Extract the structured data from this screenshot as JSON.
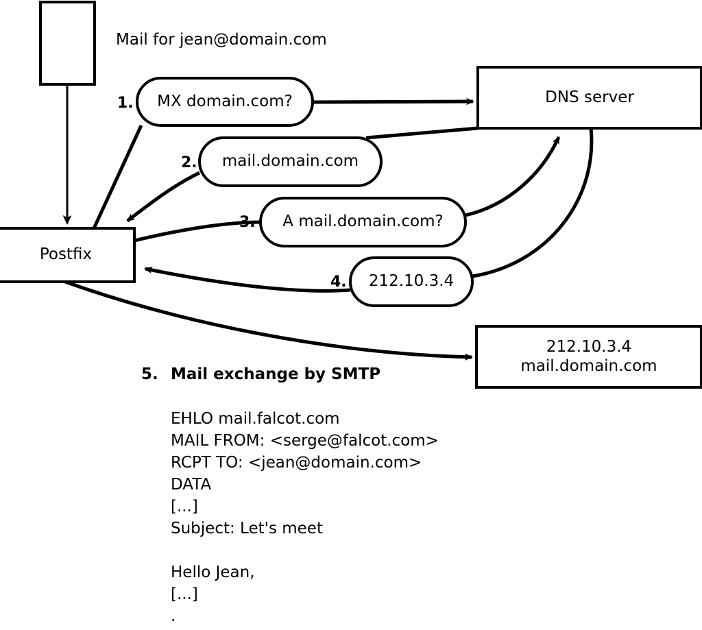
{
  "diagram": {
    "title_note": "Mail for jean@domain.com",
    "nodes": {
      "client_box": "",
      "postfix": "Postfix",
      "dns_server": "DNS server",
      "target_server_line1": "212.10.3.4",
      "target_server_line2": "mail.domain.com"
    },
    "steps": [
      {
        "num": "1.",
        "label": "MX domain.com?"
      },
      {
        "num": "2.",
        "label": "mail.domain.com"
      },
      {
        "num": "3.",
        "label": "A mail.domain.com?"
      },
      {
        "num": "4.",
        "label": "212.10.3.4"
      },
      {
        "num": "5.",
        "label": "Mail exchange by SMTP"
      }
    ],
    "smtp_transcript": [
      "EHLO mail.falcot.com",
      "MAIL FROM: <serge@falcot.com>",
      "RCPT TO: <jean@domain.com>",
      "DATA",
      "[...]",
      "Subject: Let's meet",
      "",
      "Hello Jean,",
      "[...]",
      "."
    ],
    "colors": {
      "stroke": "#000000",
      "fill": "#ffffff",
      "text": "#000000"
    }
  }
}
